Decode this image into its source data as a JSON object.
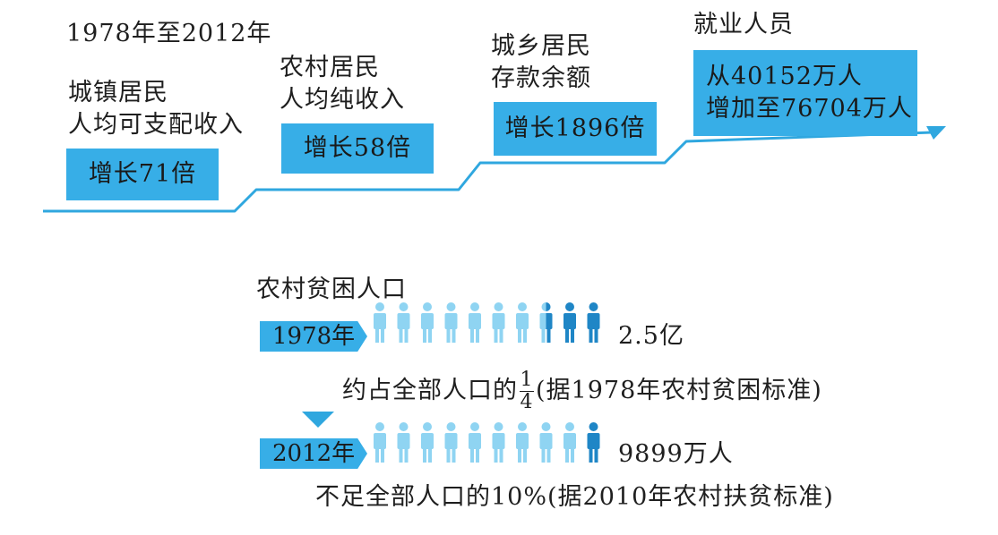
{
  "heading": "1978年至2012年",
  "steps": [
    {
      "label_lines": [
        "城镇居民",
        "人均可支配收入"
      ],
      "value_lines": [
        "增长71倍"
      ]
    },
    {
      "label_lines": [
        "农村居民",
        "人均纯收入"
      ],
      "value_lines": [
        "增长58倍"
      ]
    },
    {
      "label_lines": [
        "城乡居民",
        "存款余额"
      ],
      "value_lines": [
        "增长1896倍"
      ]
    },
    {
      "label_lines": [
        "就业人员"
      ],
      "value_lines": [
        "从40152万人",
        "增加至76704万人"
      ]
    }
  ],
  "poverty": {
    "title": "农村贫困人口",
    "rows": [
      {
        "year": "1978年",
        "total_figures": 10,
        "dark_figures": 2.5,
        "value": "2.5亿"
      },
      {
        "year": "2012年",
        "total_figures": 10,
        "dark_figures": 1,
        "value": "9899万人"
      }
    ],
    "note1": {
      "prefix": "约占全部人口的",
      "frac_num": "1",
      "frac_den": "4",
      "suffix": "(据1978年农村贫困标准)"
    },
    "note2": "不足全部人口的10%(据2010年农村扶贫标准)"
  },
  "colors": {
    "box": "#37aee7",
    "line": "#2fa7df",
    "figure_light": "#8fd4f2",
    "figure_dark": "#1f86c6"
  }
}
